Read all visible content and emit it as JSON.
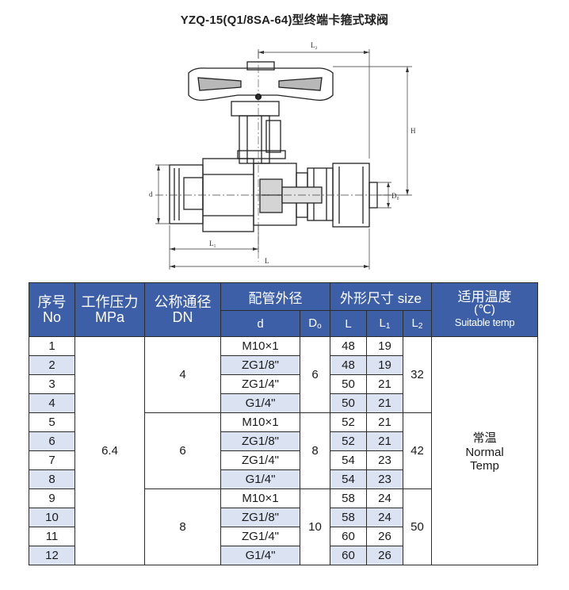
{
  "title": "YZQ-15(Q1/8SA-64)型终端卡箍式球阀",
  "drawing": {
    "labels": {
      "L2": "L₂",
      "H": "H",
      "d": "d",
      "D0": "D₀",
      "L1": "L₁",
      "L": "L"
    }
  },
  "table": {
    "headers": {
      "no_cn": "序号",
      "no_en": "No",
      "pressure_cn": "工作压力",
      "pressure_en": "MPa",
      "dn_cn": "公称通径",
      "dn_en": "DN",
      "pipe_cn": "配管外径",
      "size_cn": "外形尺寸 size",
      "temp_cn": "适用温度",
      "temp_unit": "(℃)",
      "temp_en": "Suitable temp",
      "d": "d",
      "D0_main": "D",
      "D0_sub": "o",
      "L": "L",
      "L1_main": "L",
      "L1_sub": "1",
      "L2_main": "L",
      "L2_sub": "2"
    },
    "rows": [
      {
        "no": "1",
        "d": "M10×1",
        "L": "48",
        "L1": "19"
      },
      {
        "no": "2",
        "d": "ZG1/8\"",
        "L": "48",
        "L1": "19"
      },
      {
        "no": "3",
        "d": "ZG1/4\"",
        "L": "50",
        "L1": "21"
      },
      {
        "no": "4",
        "d": "G1/4\"",
        "L": "50",
        "L1": "21"
      },
      {
        "no": "5",
        "d": "M10×1",
        "L": "52",
        "L1": "21"
      },
      {
        "no": "6",
        "d": "ZG1/8\"",
        "L": "52",
        "L1": "21"
      },
      {
        "no": "7",
        "d": "ZG1/4\"",
        "L": "54",
        "L1": "23"
      },
      {
        "no": "8",
        "d": "G1/4\"",
        "L": "54",
        "L1": "23"
      },
      {
        "no": "9",
        "d": "M10×1",
        "L": "58",
        "L1": "24"
      },
      {
        "no": "10",
        "d": "ZG1/8\"",
        "L": "58",
        "L1": "24"
      },
      {
        "no": "11",
        "d": "ZG1/4\"",
        "L": "60",
        "L1": "26"
      },
      {
        "no": "12",
        "d": "G1/4\"",
        "L": "60",
        "L1": "26"
      }
    ],
    "pressure": "6.4",
    "groups": [
      {
        "dn": "4",
        "D0": "6",
        "L2": "32"
      },
      {
        "dn": "6",
        "D0": "8",
        "L2": "42"
      },
      {
        "dn": "8",
        "D0": "10",
        "L2": "50"
      }
    ],
    "temp": {
      "cn": "常温",
      "en1": "Normal",
      "en2": "Temp"
    }
  }
}
